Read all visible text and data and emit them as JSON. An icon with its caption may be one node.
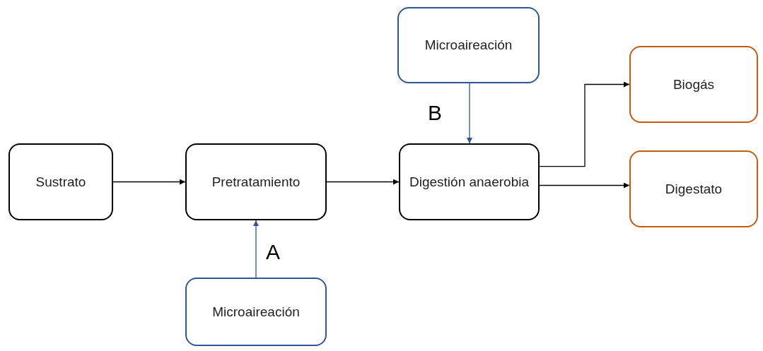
{
  "diagram": {
    "nodes": [
      {
        "text": [
          "Sustrato"
        ]
      },
      {
        "text": [
          "Pretratamiento"
        ]
      },
      {
        "text": [
          "Microaireación"
        ]
      },
      {
        "text": [
          "Digestión anaerobia"
        ]
      },
      {
        "text": [
          "Biogás"
        ]
      },
      {
        "text": [
          "Digestato"
        ]
      },
      {
        "text": [
          "Microaireación"
        ]
      }
    ],
    "edges": [
      {
        "from": 0,
        "to": 1,
        "arrow": "to"
      },
      {
        "from": 1,
        "to": 3,
        "arrow": "to"
      },
      {
        "from": 2,
        "to": 3,
        "arrow": "to",
        "color": "#2f5597"
      },
      {
        "from": 3,
        "to": 4,
        "arrow": "to"
      },
      {
        "from": 3,
        "to": 5,
        "arrow": "to"
      },
      {
        "from": 6,
        "to": 1,
        "arrow": "to",
        "color": "#2f5597"
      }
    ],
    "labels": [
      "B",
      "A"
    ]
  }
}
